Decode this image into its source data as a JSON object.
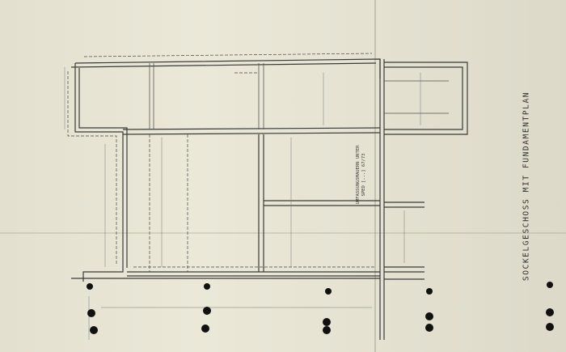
{
  "plan": {
    "title": "SOCKELGESCHOSS MIT FUNDAMENTPLAN",
    "note_line1": "UMFASSUNGSMAUERN UNTER",
    "note_line2": "SPED [...] 67/73"
  },
  "colors": {
    "paper": "#e6e3d3",
    "ink": "#3a3a3a",
    "hole": "#111111"
  }
}
